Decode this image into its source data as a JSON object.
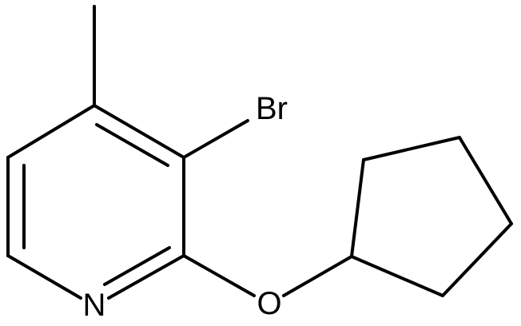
{
  "structure": {
    "atoms": {
      "bromine": "Br",
      "nitrogen": "N",
      "oxygen": "O"
    }
  }
}
